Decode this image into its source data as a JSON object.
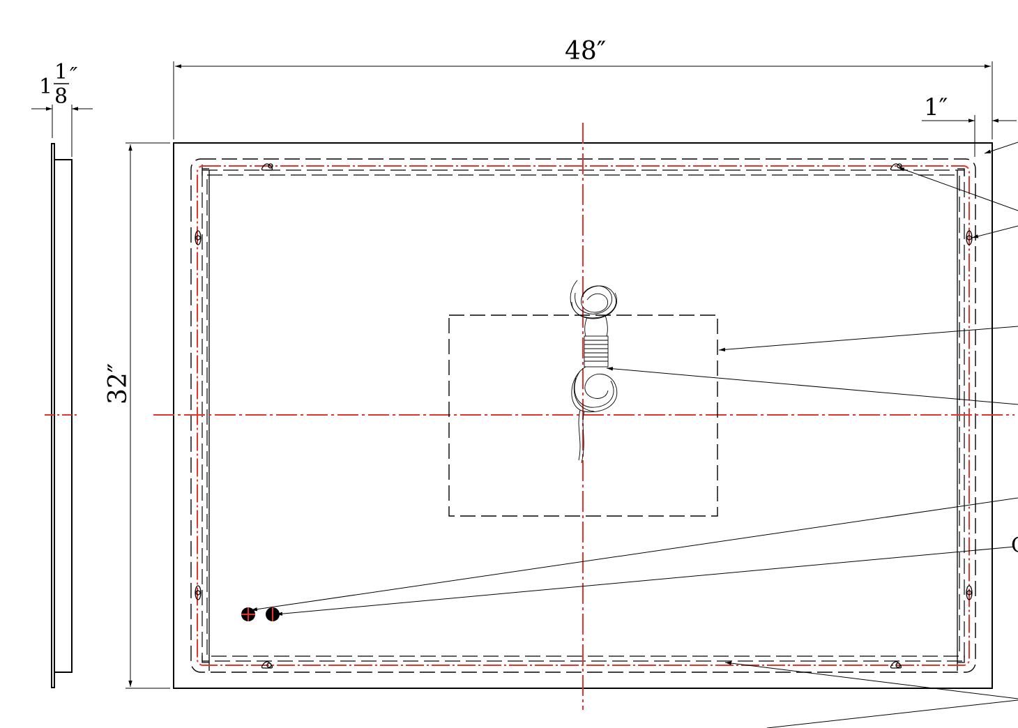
{
  "dimensions": {
    "width": "48″",
    "height": "32″",
    "depth_whole": "1",
    "depth_num": "1",
    "depth_den": "8",
    "depth_mark": "″",
    "frame_offset": "1″"
  },
  "partial_label": "C",
  "colors": {
    "line": "#000000",
    "centerline": "#e8332a",
    "background": "#ffffff"
  }
}
